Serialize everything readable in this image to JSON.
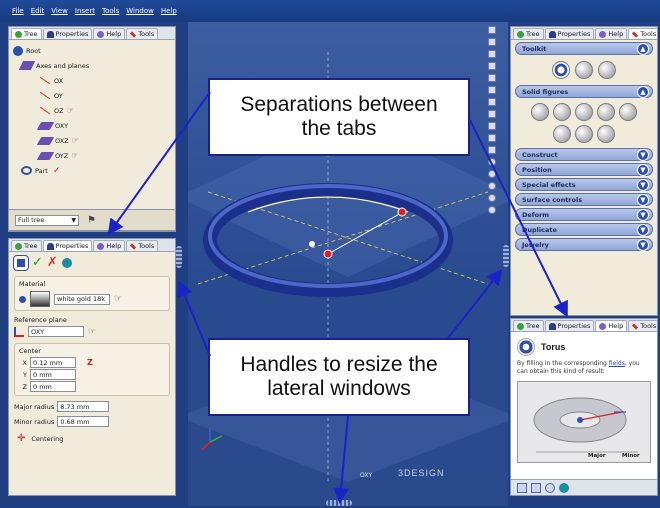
{
  "menu": [
    "File",
    "Edit",
    "View",
    "Insert",
    "Tools",
    "Window",
    "Help"
  ],
  "left_top": {
    "tabs": [
      "Tree",
      "Properties",
      "Help",
      "Tools"
    ],
    "tree": [
      "Root",
      "Axes and planes",
      "OX",
      "OY",
      "OZ",
      "OXY",
      "OXZ",
      "OYZ",
      "Part"
    ],
    "filter_select": "Full tree"
  },
  "left_bottom": {
    "tabs": [
      "Tree",
      "Properties",
      "Help",
      "Tools"
    ],
    "material_label": "Material",
    "material_value": "white gold 18k",
    "ref_plane_label": "Reference plane",
    "ref_plane_value": "OXY",
    "center_label": "Center",
    "x_label": "X",
    "x_value": "0.12 mm",
    "y_label": "Y",
    "y_value": "0 mm",
    "z_label": "Z",
    "z_value": "0 mm",
    "major_label": "Major radius",
    "major_value": "8.73 mm",
    "minor_label": "Minor radius",
    "minor_value": "0.68 mm",
    "centering_label": "Centering"
  },
  "right_top": {
    "tabs": [
      "Tree",
      "Properties",
      "Help",
      "Tools"
    ],
    "sections": [
      "Toolkit",
      "Solid figures",
      "Construct",
      "Position",
      "Special effects",
      "Surface controls",
      "Deform",
      "Duplicate",
      "Jewelry"
    ]
  },
  "right_bottom": {
    "tabs": [
      "Tree",
      "Properties",
      "Help",
      "Tools"
    ],
    "title": "Torus",
    "help_text_1": "By filling in the corresponding",
    "help_link": "fields",
    "help_text_2": ", you can obtain this kind of result:",
    "dim_1": "Major",
    "dim_2": "Minor"
  },
  "viewport": {
    "label_oxy": "OXY",
    "brand": "3DESIGN"
  },
  "callouts": {
    "top": "Separations between the tabs",
    "bottom": "Handles to resize the lateral windows"
  },
  "colors": {
    "accent": "#1b1f8a",
    "background": "#1f3f82",
    "panel": "#f1ebdb"
  }
}
